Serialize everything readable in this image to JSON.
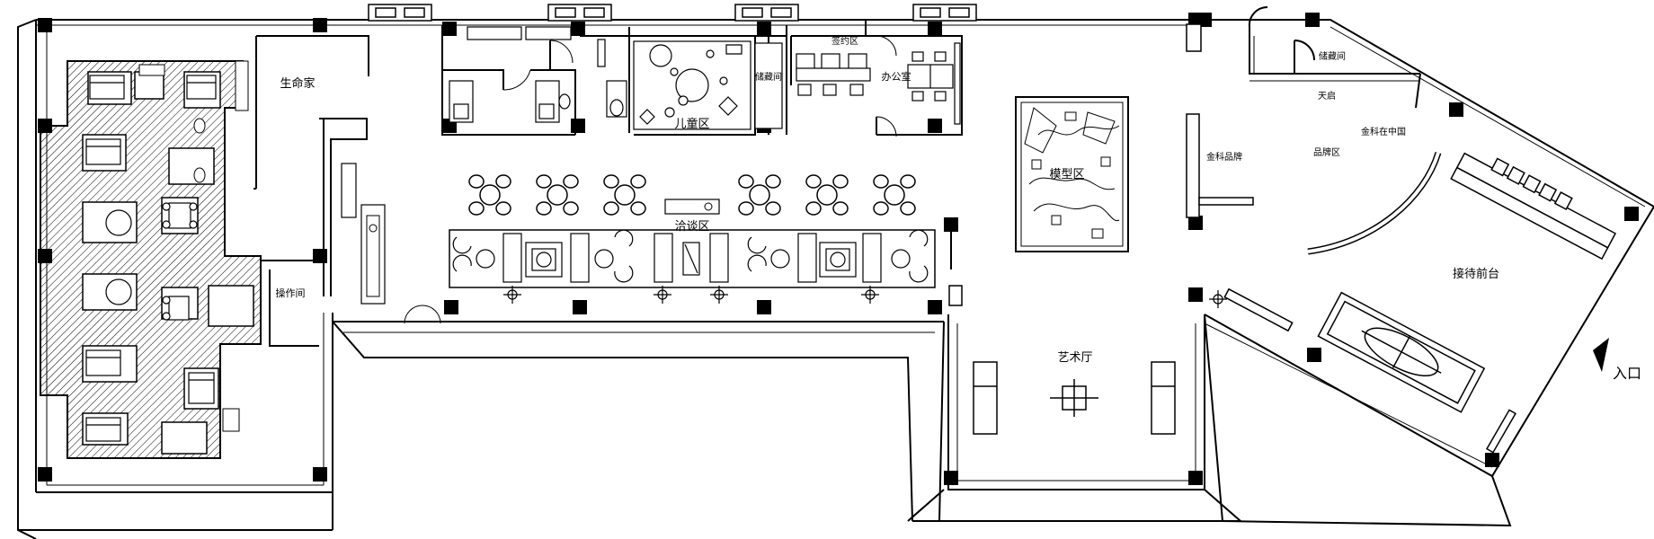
{
  "labels": {
    "life_home": "生命家",
    "operation_room": "操作间",
    "storage_left": "储藏间",
    "kids_area": "儿童区",
    "signing_area": "签约区",
    "office": "办公室",
    "negotiation_area": "洽谈区",
    "model_area": "模型区",
    "art_hall": "艺术厅",
    "gemdale_brand": "金科品牌",
    "storage_right": "储藏间",
    "skylight": "天启",
    "gemdale_in_china": "金科在中国",
    "brand_area": "品牌区",
    "reception": "接待前台",
    "entrance": "入口"
  },
  "icons": {
    "entrance_arrow": "entrance-arrow-icon"
  },
  "colors": {
    "line": "#000000",
    "background": "#ffffff"
  }
}
